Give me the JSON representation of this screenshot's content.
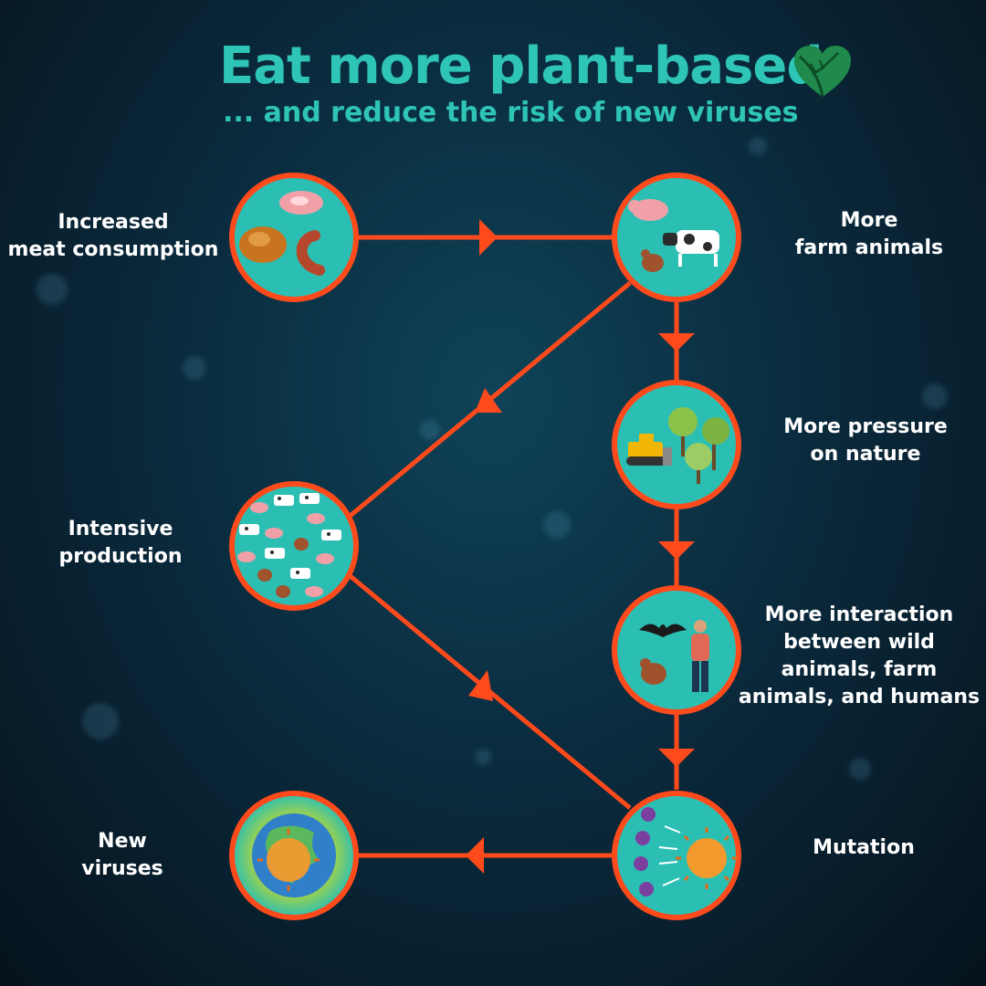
{
  "header": {
    "title": "Eat more plant-based",
    "subtitle": "... and reduce the risk of new viruses",
    "logo_icon": "leaf-heart-icon"
  },
  "nodes": [
    {
      "id": "meat",
      "label": "Increased\nmeat consumption",
      "icon": "meat-products-icon"
    },
    {
      "id": "farm",
      "label": "More\nfarm animals",
      "icon": "farm-animals-icon"
    },
    {
      "id": "nature",
      "label": "More pressure\non nature",
      "icon": "bulldozer-trees-icon"
    },
    {
      "id": "interaction",
      "label": "More interaction\nbetween wild\nanimals, farm\nanimals, and humans",
      "icon": "bat-chicken-human-icon"
    },
    {
      "id": "mutation",
      "label": "Mutation",
      "icon": "virus-mutation-icon"
    },
    {
      "id": "new-viruses",
      "label": "New\nviruses",
      "icon": "virus-globe-icon"
    },
    {
      "id": "intensive",
      "label": "Intensive\nproduction",
      "icon": "crowded-livestock-icon"
    }
  ],
  "colors": {
    "accent_teal": "#2ec4b6",
    "node_fill": "#2bbfb3",
    "connector_orange": "#ff4a1c",
    "background": "#0a2b3e"
  }
}
